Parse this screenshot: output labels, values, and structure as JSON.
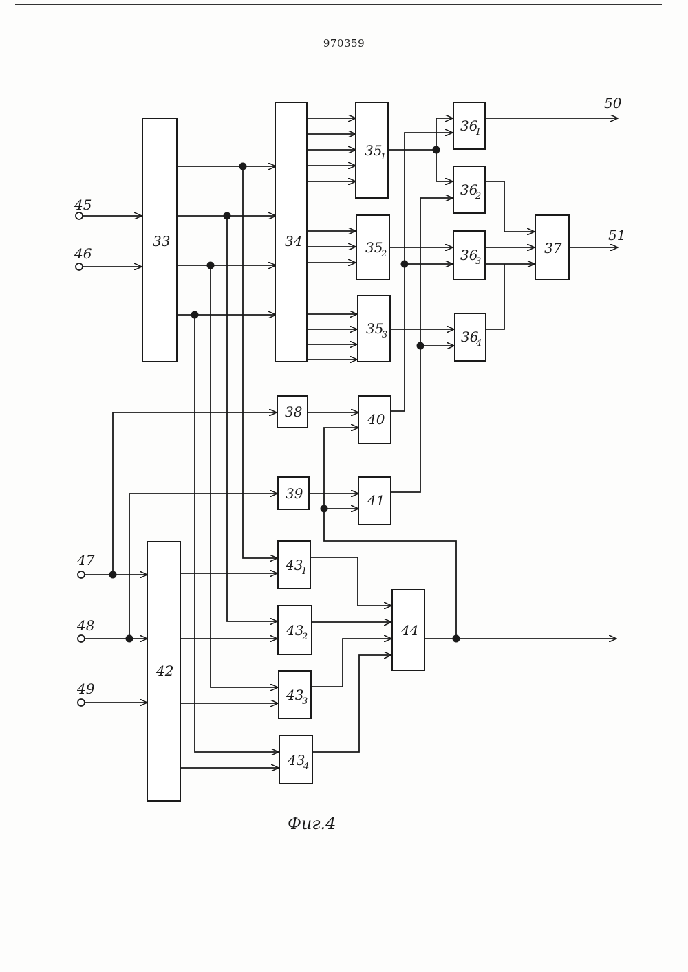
{
  "header": {
    "patent_number": "970359"
  },
  "caption": "Фиг.4",
  "blocks": {
    "b33": {
      "label": "33",
      "sub": ""
    },
    "b34": {
      "label": "34",
      "sub": ""
    },
    "b35_1": {
      "label": "35",
      "sub": "1"
    },
    "b35_2": {
      "label": "35",
      "sub": "2"
    },
    "b35_3": {
      "label": "35",
      "sub": "3"
    },
    "b36_1": {
      "label": "36",
      "sub": "1"
    },
    "b36_2": {
      "label": "36",
      "sub": "2"
    },
    "b36_3": {
      "label": "36",
      "sub": "3"
    },
    "b36_4": {
      "label": "36",
      "sub": "4"
    },
    "b37": {
      "label": "37",
      "sub": ""
    },
    "b38": {
      "label": "38",
      "sub": ""
    },
    "b39": {
      "label": "39",
      "sub": ""
    },
    "b40": {
      "label": "40",
      "sub": ""
    },
    "b41": {
      "label": "41",
      "sub": ""
    },
    "b42": {
      "label": "42",
      "sub": ""
    },
    "b43_1": {
      "label": "43",
      "sub": "1"
    },
    "b43_2": {
      "label": "43",
      "sub": "2"
    },
    "b43_3": {
      "label": "43",
      "sub": "3"
    },
    "b43_4": {
      "label": "43",
      "sub": "4"
    },
    "b44": {
      "label": "44",
      "sub": ""
    }
  },
  "terminals": {
    "t45": "45",
    "t46": "46",
    "t47": "47",
    "t48": "48",
    "t49": "49",
    "t50": "50",
    "t51": "51"
  }
}
